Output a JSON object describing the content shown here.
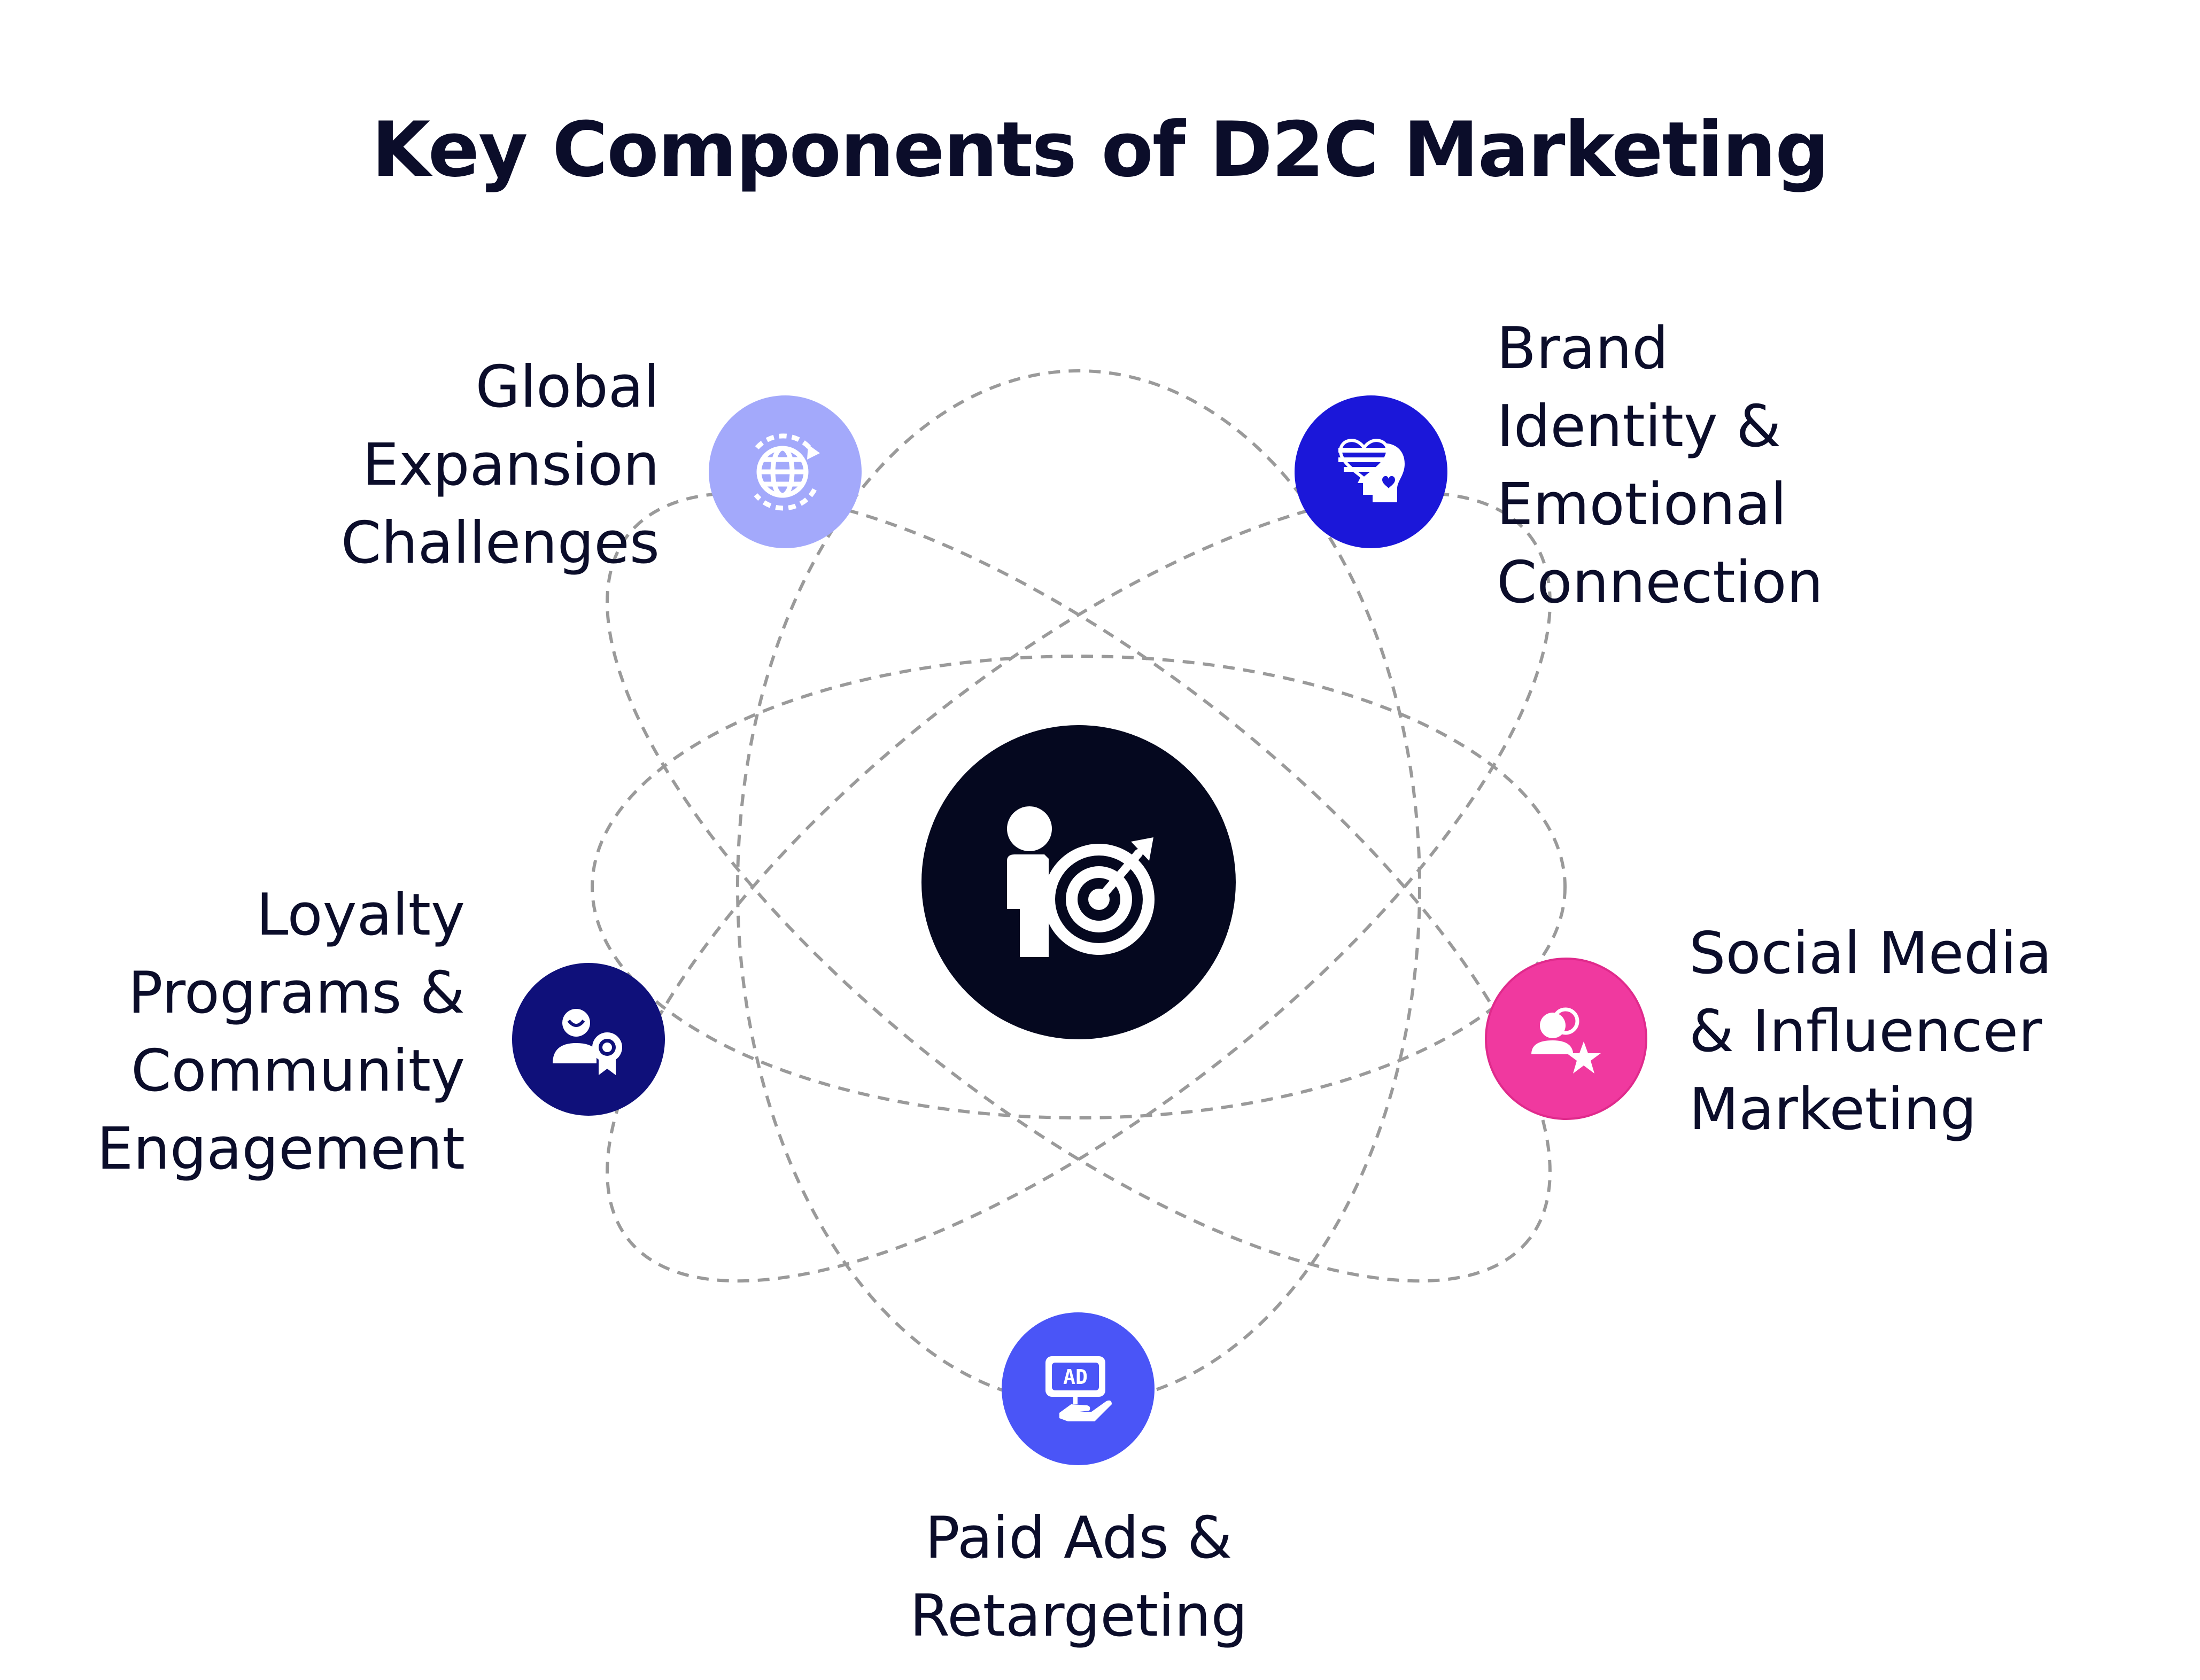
{
  "title": "Key Components of D2C Marketing",
  "colors": {
    "text": "#0b0d2a",
    "center": "#05081f",
    "global_expansion": "#a3a9fb",
    "brand_identity": "#1b17d9",
    "loyalty": "#0f107a",
    "social_media": "#f0399f",
    "paid_ads": "#4a55f7",
    "orbit_stroke": "#9a9a9a"
  },
  "center": {
    "icon": "person-target-icon"
  },
  "components": {
    "global_expansion": {
      "icon": "globe-refresh-icon",
      "lines": [
        "Global",
        "Expansion",
        "Challenges"
      ]
    },
    "brand_identity": {
      "icon": "heart-head-icon",
      "lines": [
        "Brand",
        "Identity &",
        "Emotional",
        "Connection"
      ]
    },
    "loyalty": {
      "icon": "user-badge-icon",
      "lines": [
        "Loyalty",
        "Programs &",
        "Community",
        "Engagement"
      ]
    },
    "social_media": {
      "icon": "users-star-icon",
      "lines": [
        "Social Media",
        "& Influencer",
        "Marketing"
      ]
    },
    "paid_ads": {
      "icon": "ad-hand-icon",
      "lines": [
        "Paid Ads &",
        "Retargeting"
      ]
    }
  }
}
